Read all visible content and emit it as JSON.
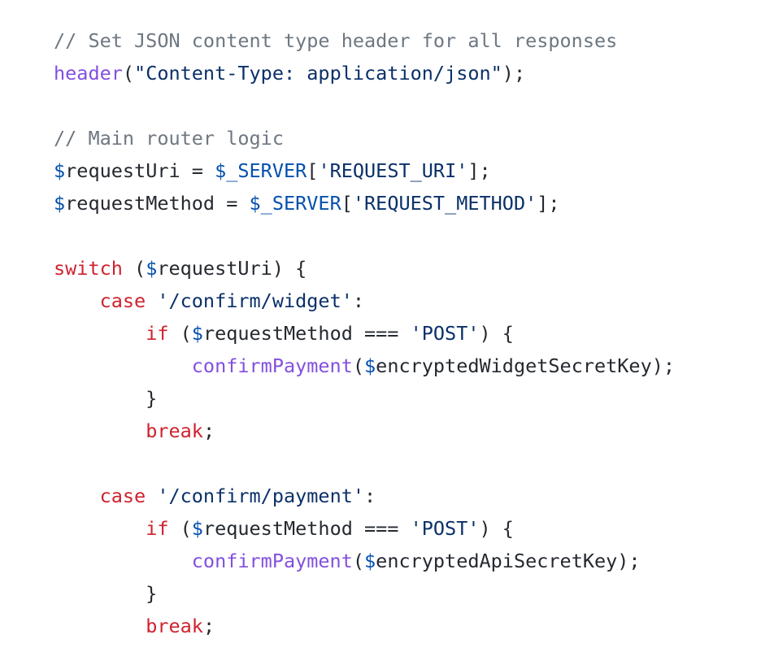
{
  "code": {
    "language": "php",
    "colors": {
      "comment": "#6e7781",
      "keyword": "#cf222e",
      "function": "#8250df",
      "string": "#0a3069",
      "variable": "#0550ae",
      "plain": "#24292f"
    },
    "lines": [
      [
        {
          "t": "comment",
          "v": "// Set JSON content type header for all responses"
        }
      ],
      [
        {
          "t": "function",
          "v": "header"
        },
        {
          "t": "plain",
          "v": "("
        },
        {
          "t": "string",
          "v": "\"Content-Type: application/json\""
        },
        {
          "t": "plain",
          "v": ");"
        }
      ],
      [],
      [
        {
          "t": "comment",
          "v": "// Main router logic"
        }
      ],
      [
        {
          "t": "variable",
          "v": "$"
        },
        {
          "t": "plain",
          "v": "requestUri = "
        },
        {
          "t": "variable",
          "v": "$_SERVER"
        },
        {
          "t": "plain",
          "v": "["
        },
        {
          "t": "string",
          "v": "'REQUEST_URI'"
        },
        {
          "t": "plain",
          "v": "];"
        }
      ],
      [
        {
          "t": "variable",
          "v": "$"
        },
        {
          "t": "plain",
          "v": "requestMethod = "
        },
        {
          "t": "variable",
          "v": "$_SERVER"
        },
        {
          "t": "plain",
          "v": "["
        },
        {
          "t": "string",
          "v": "'REQUEST_METHOD'"
        },
        {
          "t": "plain",
          "v": "];"
        }
      ],
      [],
      [
        {
          "t": "keyword",
          "v": "switch"
        },
        {
          "t": "plain",
          "v": " ("
        },
        {
          "t": "variable",
          "v": "$"
        },
        {
          "t": "plain",
          "v": "requestUri) {"
        }
      ],
      [
        {
          "t": "plain",
          "v": "    "
        },
        {
          "t": "keyword",
          "v": "case"
        },
        {
          "t": "plain",
          "v": " "
        },
        {
          "t": "string",
          "v": "'/confirm/widget'"
        },
        {
          "t": "plain",
          "v": ":"
        }
      ],
      [
        {
          "t": "plain",
          "v": "        "
        },
        {
          "t": "keyword",
          "v": "if"
        },
        {
          "t": "plain",
          "v": " ("
        },
        {
          "t": "variable",
          "v": "$"
        },
        {
          "t": "plain",
          "v": "requestMethod === "
        },
        {
          "t": "string",
          "v": "'POST'"
        },
        {
          "t": "plain",
          "v": ") {"
        }
      ],
      [
        {
          "t": "plain",
          "v": "            "
        },
        {
          "t": "function",
          "v": "confirmPayment"
        },
        {
          "t": "plain",
          "v": "("
        },
        {
          "t": "variable",
          "v": "$"
        },
        {
          "t": "plain",
          "v": "encryptedWidgetSecretKey);"
        }
      ],
      [
        {
          "t": "plain",
          "v": "        }"
        }
      ],
      [
        {
          "t": "plain",
          "v": "        "
        },
        {
          "t": "keyword",
          "v": "break"
        },
        {
          "t": "plain",
          "v": ";"
        }
      ],
      [],
      [
        {
          "t": "plain",
          "v": "    "
        },
        {
          "t": "keyword",
          "v": "case"
        },
        {
          "t": "plain",
          "v": " "
        },
        {
          "t": "string",
          "v": "'/confirm/payment'"
        },
        {
          "t": "plain",
          "v": ":"
        }
      ],
      [
        {
          "t": "plain",
          "v": "        "
        },
        {
          "t": "keyword",
          "v": "if"
        },
        {
          "t": "plain",
          "v": " ("
        },
        {
          "t": "variable",
          "v": "$"
        },
        {
          "t": "plain",
          "v": "requestMethod === "
        },
        {
          "t": "string",
          "v": "'POST'"
        },
        {
          "t": "plain",
          "v": ") {"
        }
      ],
      [
        {
          "t": "plain",
          "v": "            "
        },
        {
          "t": "function",
          "v": "confirmPayment"
        },
        {
          "t": "plain",
          "v": "("
        },
        {
          "t": "variable",
          "v": "$"
        },
        {
          "t": "plain",
          "v": "encryptedApiSecretKey);"
        }
      ],
      [
        {
          "t": "plain",
          "v": "        }"
        }
      ],
      [
        {
          "t": "plain",
          "v": "        "
        },
        {
          "t": "keyword",
          "v": "break"
        },
        {
          "t": "plain",
          "v": ";"
        }
      ]
    ]
  }
}
